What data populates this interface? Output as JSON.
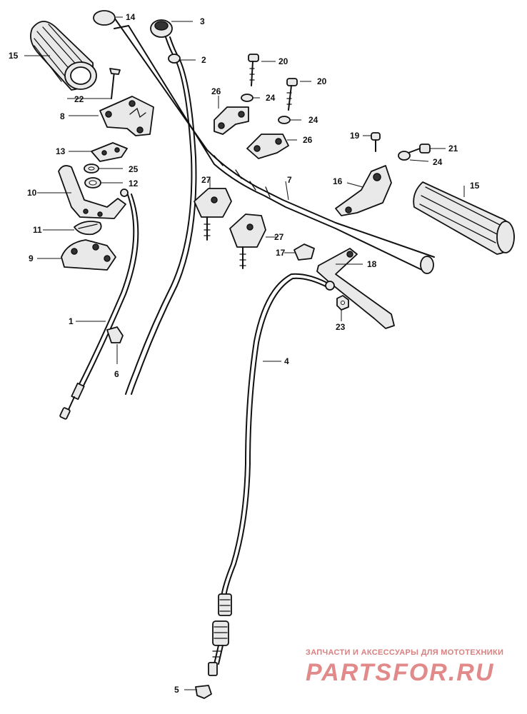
{
  "diagram": {
    "part_labels": [
      "1",
      "2",
      "3",
      "4",
      "5",
      "6",
      "7",
      "8",
      "9",
      "10",
      "11",
      "12",
      "13",
      "14",
      "15",
      "15",
      "16",
      "17",
      "18",
      "19",
      "20",
      "20",
      "21",
      "22",
      "23",
      "24",
      "24",
      "24",
      "25",
      "26",
      "26",
      "27",
      "27"
    ]
  },
  "watermark": {
    "caption": "ЗАПЧАСТИ И АКСЕССУАРЫ ДЛЯ МОТОТЕХНИКИ",
    "logo": "PARTSFOR.RU"
  }
}
